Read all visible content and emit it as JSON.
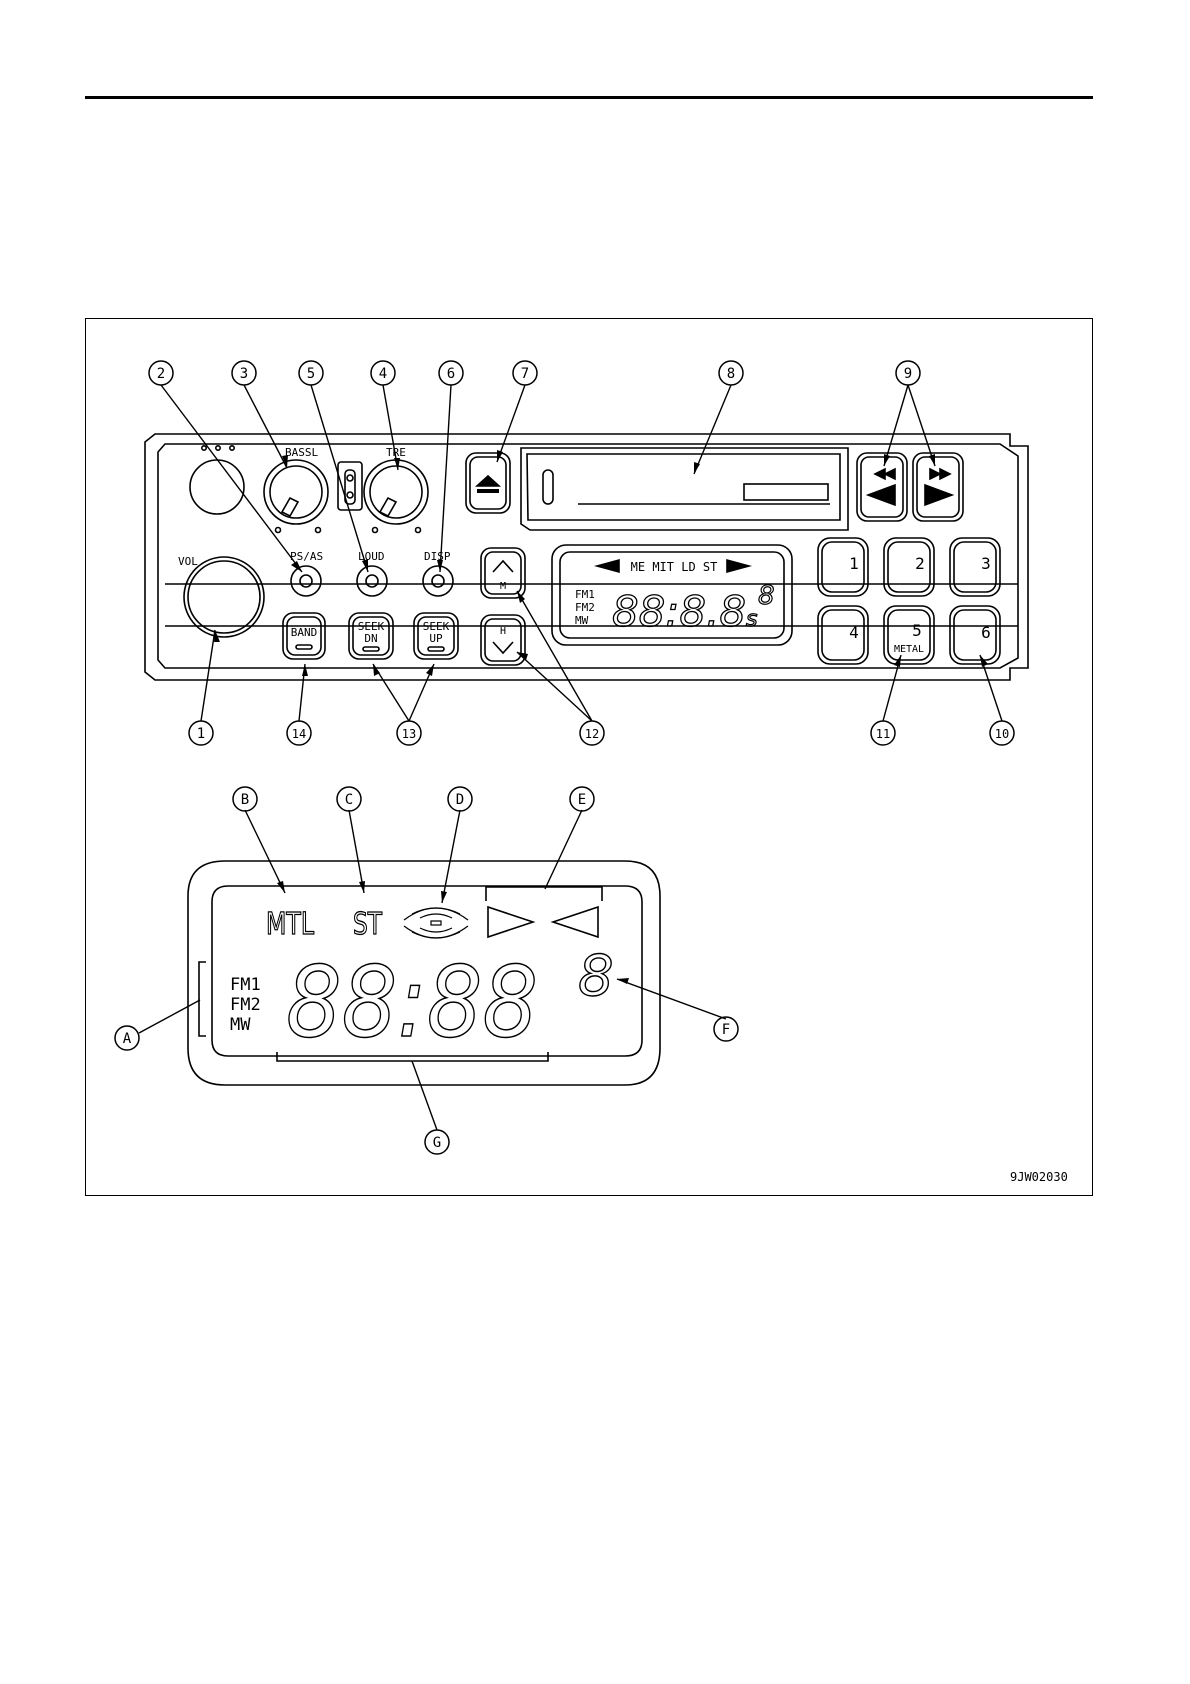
{
  "figure_id": "9JW02030",
  "radio": {
    "knobs": {
      "bass": "BASSL",
      "treble": "TRE",
      "volume": "VOL"
    },
    "small_buttons": {
      "ps_as": "PS/AS",
      "loud": "LOUD",
      "disp": "DISP"
    },
    "up_button_sub": "M",
    "down_button_sub": "H",
    "band_button": "BAND",
    "seek_dn": [
      "SEEK",
      "DN"
    ],
    "seek_up": [
      "SEEK",
      "UP"
    ],
    "presets": [
      "1",
      "2",
      "3",
      "4",
      "5",
      "6"
    ],
    "metal_label": "METAL",
    "mini_display": {
      "top_row": "ME MIT LD ST",
      "bands": [
        "FM1",
        "FM2",
        "MW"
      ],
      "digits": "88:8.8",
      "suffix": "s",
      "side_digit": "8"
    }
  },
  "callouts": [
    "1",
    "2",
    "3",
    "4",
    "5",
    "6",
    "7",
    "8",
    "9",
    "10",
    "11",
    "12",
    "13",
    "14"
  ],
  "letters": [
    "A",
    "B",
    "C",
    "D",
    "E",
    "F",
    "G"
  ],
  "large_display": {
    "mtl": "MTL",
    "st": "ST",
    "bands": [
      "FM1",
      "FM2",
      "MW"
    ],
    "digits": "88:88",
    "side_digit": "8"
  }
}
